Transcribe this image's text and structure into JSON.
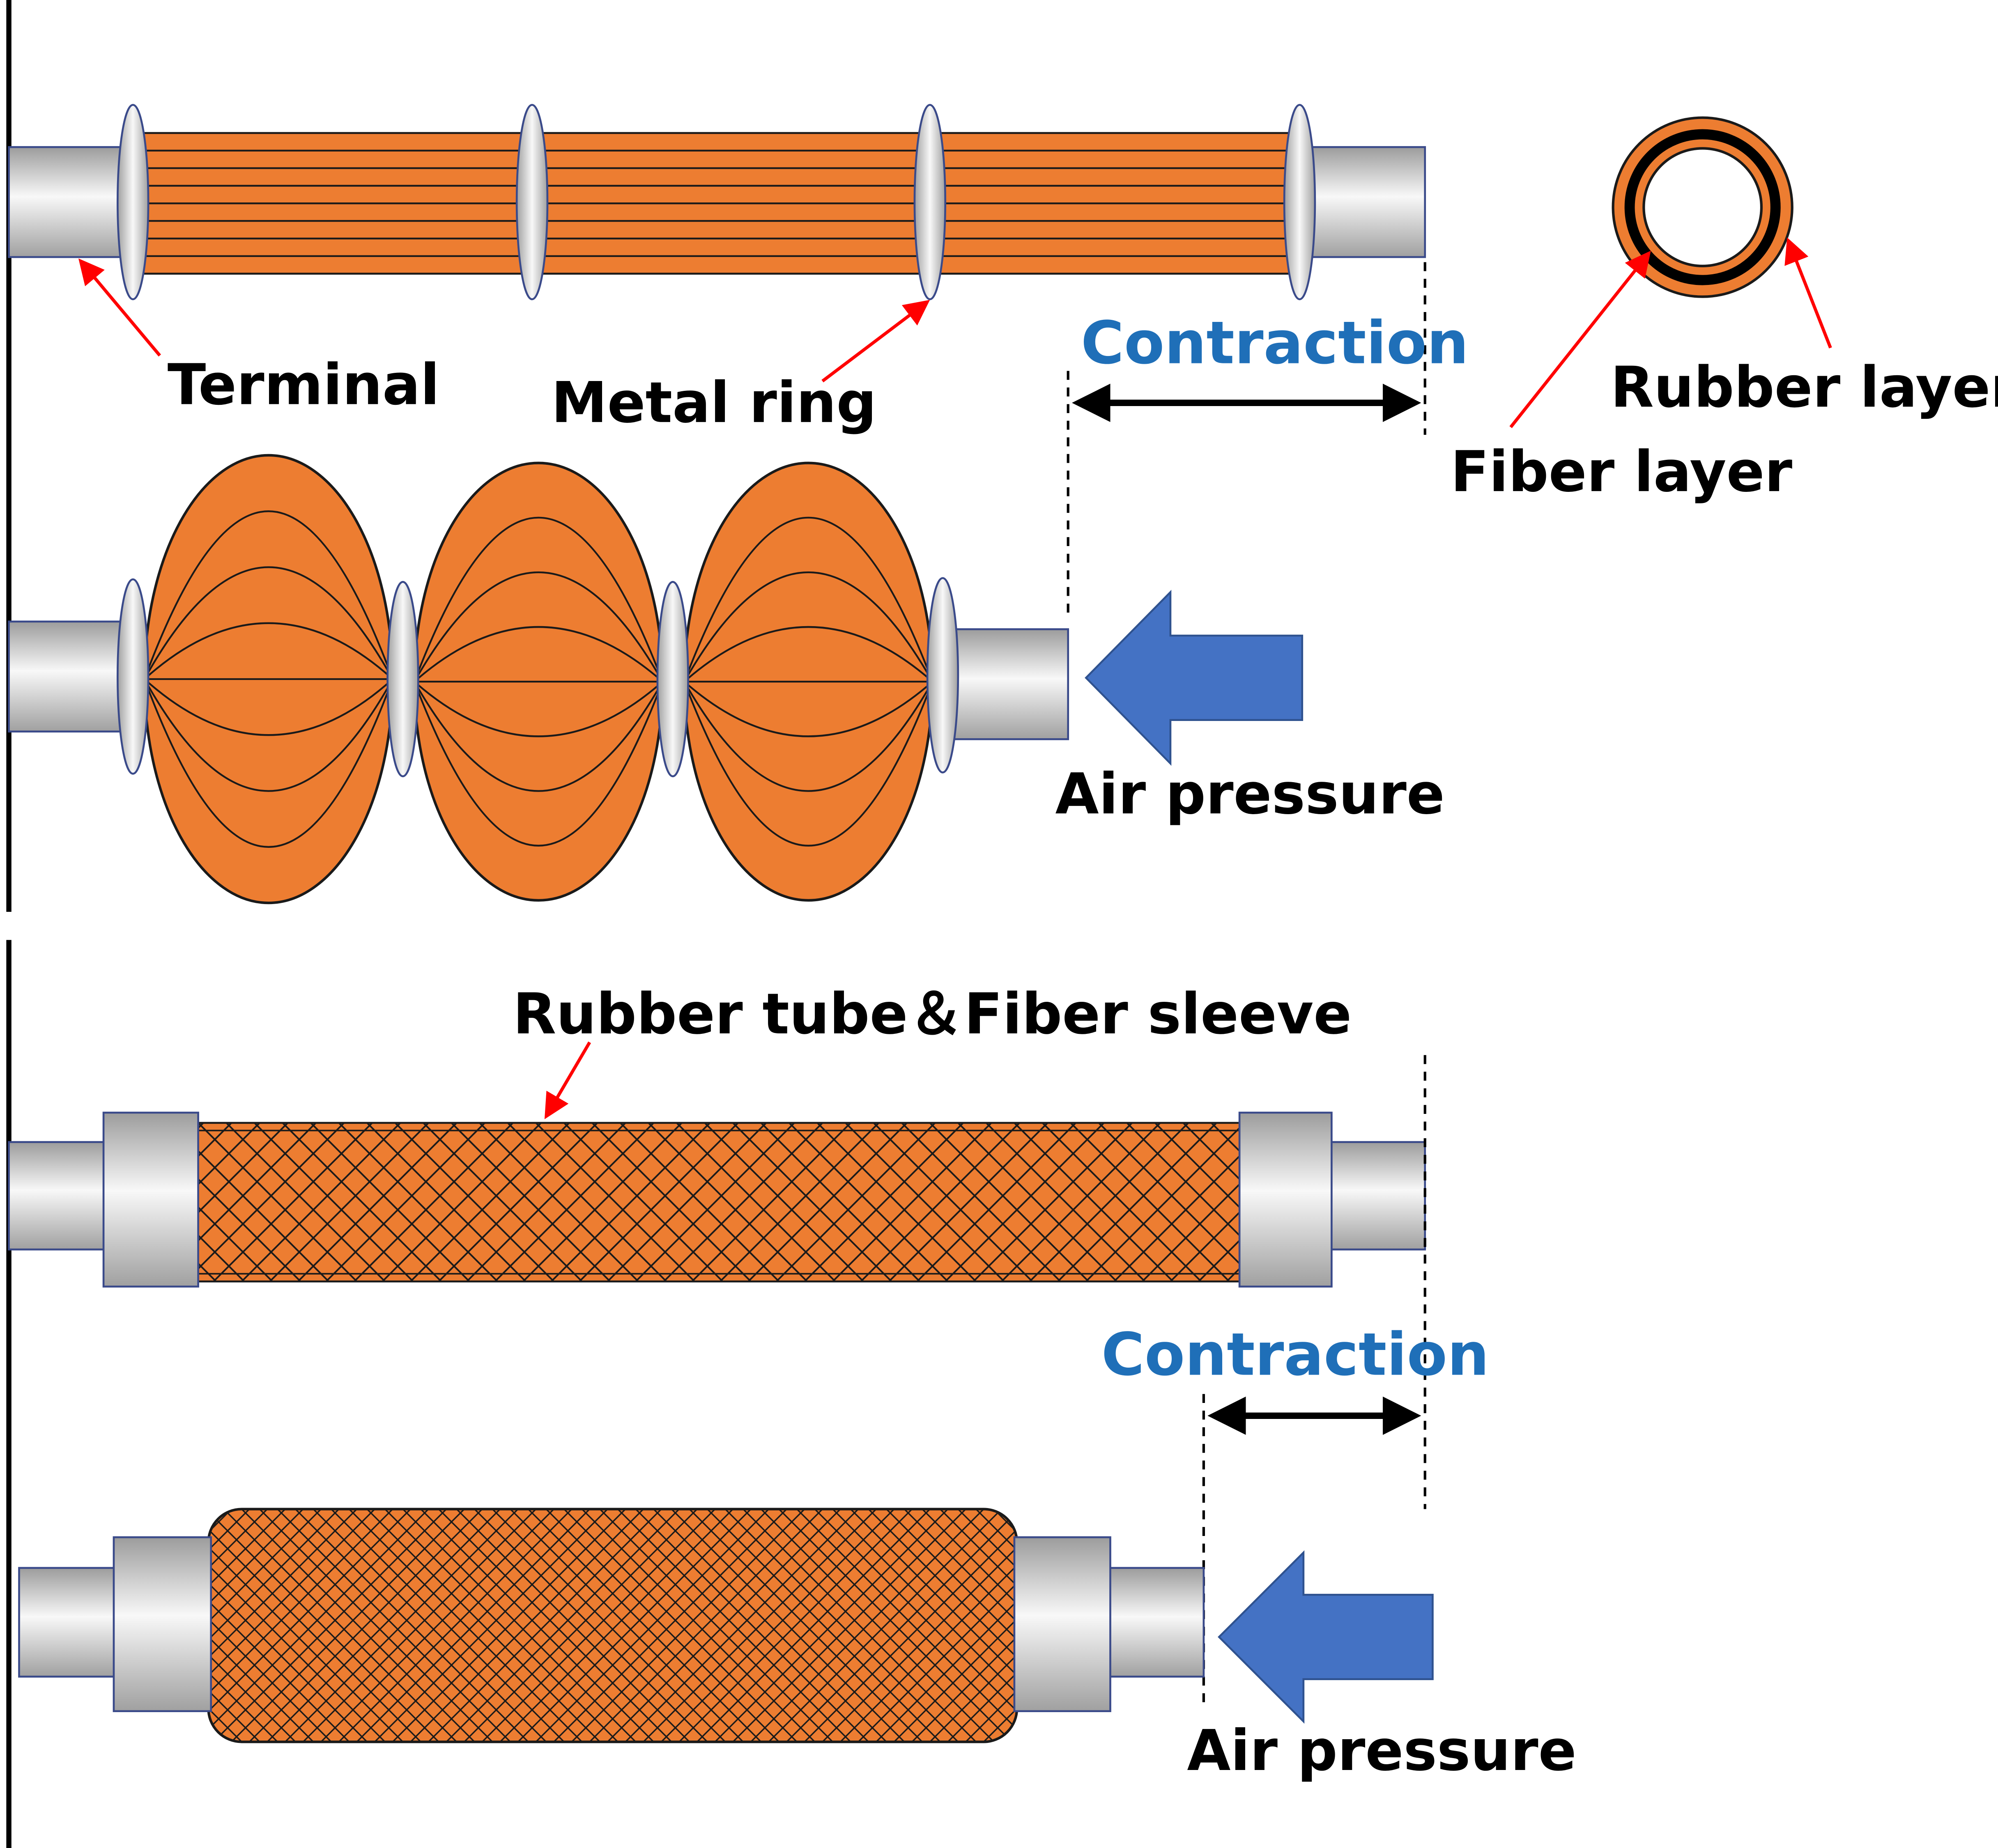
{
  "labels": {
    "terminal": "Terminal",
    "metal_ring": "Metal ring",
    "contraction": "Contraction",
    "air_pressure": "Air pressure",
    "rubber_layer": "Rubber layer",
    "fiber_layer": "Fiber layer",
    "rubber_tube_fiber_sleeve": "Rubber tube＆Fiber sleeve"
  },
  "colors": {
    "orange": "#ED7D31",
    "blue_arrow": "#4472C4",
    "blue_text": "#1F6FB8",
    "red_pointer": "#FF0000",
    "metal_light": "#F7F7F7",
    "metal_dark": "#A8A8A8",
    "outline": "#3A4A8A"
  }
}
